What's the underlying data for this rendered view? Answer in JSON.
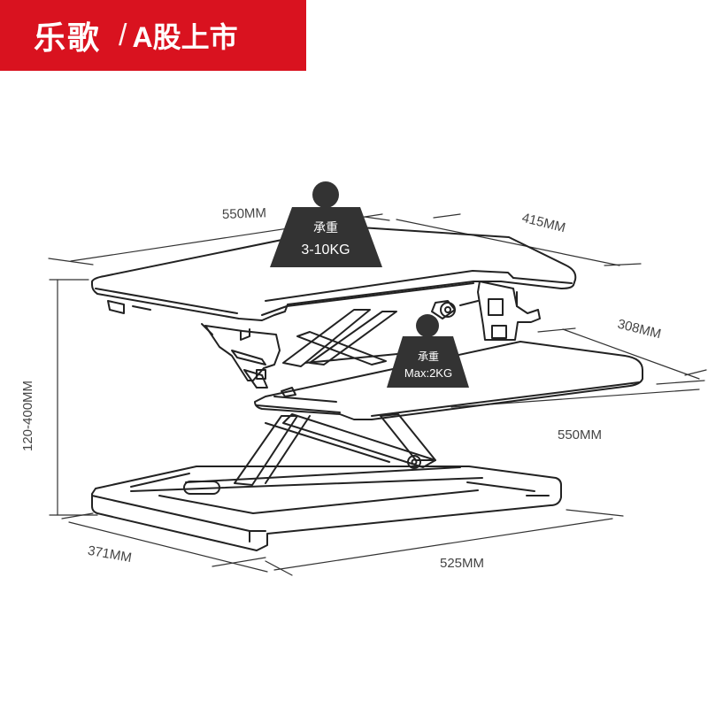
{
  "brand": {
    "name": "乐歌",
    "separator": "/",
    "tagline": "A股上市"
  },
  "dimensions": {
    "top_width": "550MM",
    "top_depth": "415MM",
    "keyboard_depth": "308MM",
    "keyboard_width": "550MM",
    "height_range": "120-400MM",
    "base_depth": "371MM",
    "base_width": "525MM"
  },
  "loads": {
    "top": {
      "label": "承重",
      "value": "3-10KG"
    },
    "keyboard": {
      "label": "承重",
      "value": "Max:2KG"
    }
  },
  "colors": {
    "brand_red": "#d9121f",
    "weight_dark": "#333333",
    "line": "#222222",
    "dimension_text": "#444444"
  }
}
